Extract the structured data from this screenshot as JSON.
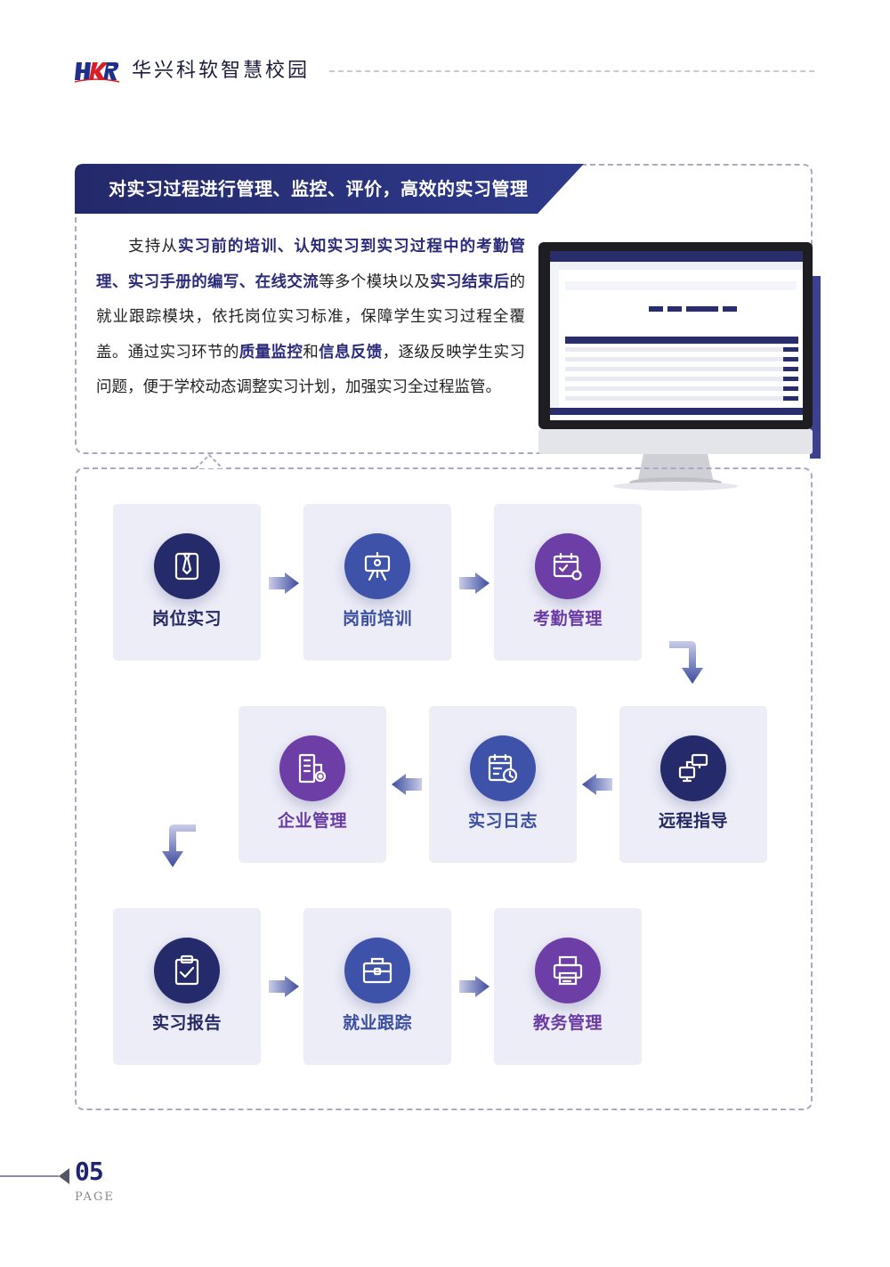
{
  "header": {
    "logo_text": "HKR",
    "title": "华兴科软智慧校园"
  },
  "banner": {
    "title": "对实习过程进行管理、监控、评价，高效的实习管理"
  },
  "intro": {
    "segments": [
      {
        "text": "支持从",
        "bold": false
      },
      {
        "text": "实习前的培训、认知实习到实习过程中的考勤管理、实习手册的编写、在线交流",
        "bold": true
      },
      {
        "text": "等多个模块以及",
        "bold": false
      },
      {
        "text": "实习结束后",
        "bold": true
      },
      {
        "text": "的就业跟踪模块，依托岗位实习标准，保障学生实习过程全覆盖。通过实习环节的",
        "bold": false
      },
      {
        "text": "质量监控",
        "bold": true
      },
      {
        "text": "和",
        "bold": false
      },
      {
        "text": "信息反馈",
        "bold": true
      },
      {
        "text": "，逐级反映学生实习问题，便于学校动态调整实习计划，加强实习全过程监管。",
        "bold": false
      }
    ]
  },
  "flow": {
    "steps": [
      {
        "label": "岗位实习",
        "icon": "tie-card-icon",
        "color": "navy"
      },
      {
        "label": "岗前培训",
        "icon": "training-board-icon",
        "color": "blue"
      },
      {
        "label": "考勤管理",
        "icon": "calendar-gear-icon",
        "color": "purple"
      },
      {
        "label": "远程指导",
        "icon": "remote-computers-icon",
        "color": "navy"
      },
      {
        "label": "实习日志",
        "icon": "log-clock-icon",
        "color": "blue"
      },
      {
        "label": "企业管理",
        "icon": "building-gear-icon",
        "color": "purple"
      },
      {
        "label": "实习报告",
        "icon": "clipboard-check-icon",
        "color": "navy"
      },
      {
        "label": "就业跟踪",
        "icon": "briefcase-icon",
        "color": "blue"
      },
      {
        "label": "教务管理",
        "icon": "printer-icon",
        "color": "purple"
      }
    ]
  },
  "colors": {
    "navy": "#252a6b",
    "blue": "#3d52a8",
    "purple": "#6d3fa6",
    "card_bg": "#ecedf7",
    "frame": "#a9a9c4"
  },
  "footer": {
    "page_number": "05",
    "page_word": "PAGE"
  }
}
